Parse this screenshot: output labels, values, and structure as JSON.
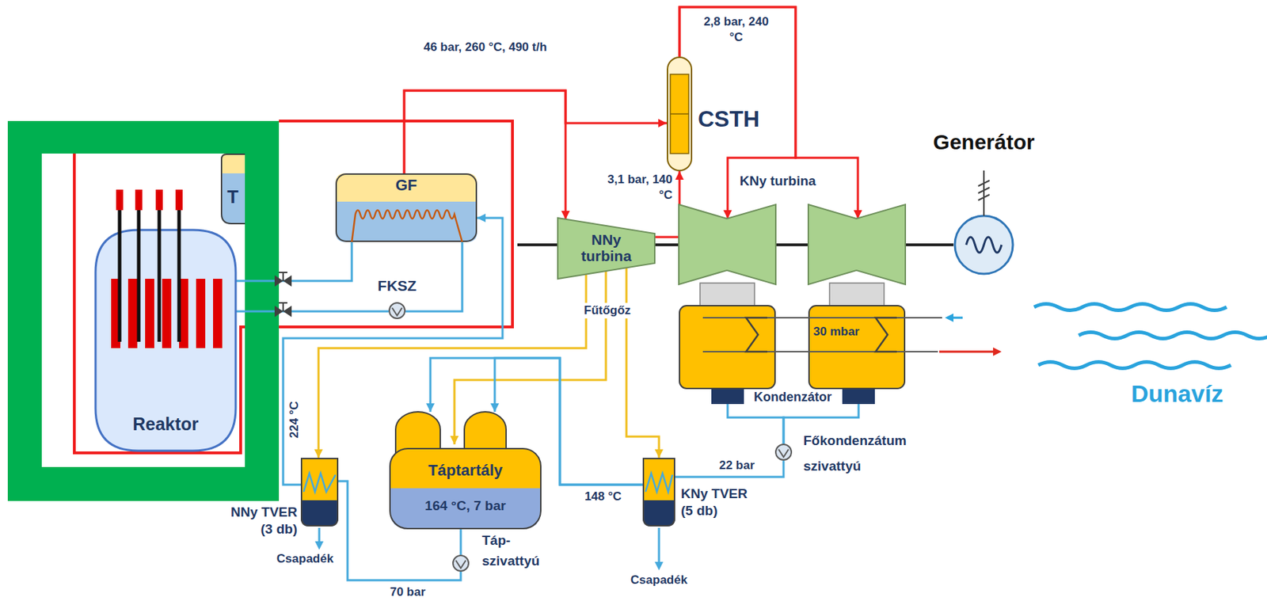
{
  "diagram": {
    "nodes": [
      {
        "text": [
          "Reaktor"
        ]
      },
      {
        "text": [
          "T"
        ]
      },
      {
        "text": [
          "GF"
        ]
      },
      {
        "text": [
          "FKSZ"
        ]
      },
      {
        "text": [
          "CSTH"
        ]
      },
      {
        "text": [
          "NNy turbina"
        ]
      },
      {
        "text": [
          "KNy turbina"
        ]
      },
      {
        "text": [
          "Generátor"
        ]
      },
      {
        "text": [
          "30 mbar",
          "Kondenzátor"
        ]
      },
      {
        "text": [
          "Főkondenzátum szivattyú"
        ]
      },
      {
        "text": [
          "NNy TVER (3 db)"
        ]
      },
      {
        "text": [
          "Táptartály",
          "164 °C, 7 bar"
        ]
      },
      {
        "text": [
          "KNy TVER (5 db)"
        ]
      },
      {
        "text": [
          "Táp- szivattyú"
        ]
      }
    ],
    "edges": [
      {
        "from": 0,
        "to": 2,
        "arrow": "none"
      },
      {
        "from": 2,
        "to": 3,
        "arrow": "none"
      },
      {
        "from": 3,
        "to": 0,
        "arrow": "none"
      },
      {
        "from": 2,
        "to": 5,
        "label": "46 bar, 260 °C, 490 t/h",
        "arrow": "to"
      },
      {
        "from": 2,
        "to": 4,
        "arrow": "to"
      },
      {
        "from": 5,
        "to": 4,
        "label": "3,1 bar, 140 °C",
        "arrow": "to"
      },
      {
        "from": 4,
        "to": 6,
        "label": "2,8 bar, 240 °C",
        "arrow": "to"
      },
      {
        "from": 5,
        "to": 10,
        "arrow": "to"
      },
      {
        "from": 5,
        "to": 11,
        "arrow": "to"
      },
      {
        "from": 5,
        "to": 12,
        "arrow": "to"
      },
      {
        "from": 8,
        "to": 9,
        "arrow": "none"
      },
      {
        "from": 9,
        "to": 12,
        "label": "22 bar",
        "arrow": "none"
      },
      {
        "from": 12,
        "to": 11,
        "label": "148 °C",
        "arrow": "to"
      },
      {
        "from": 11,
        "to": 13,
        "arrow": "none"
      },
      {
        "from": 13,
        "to": 10,
        "label": "70 bar",
        "arrow": "none"
      },
      {
        "from": 10,
        "to": 2,
        "label": "224 °C",
        "arrow": "to"
      },
      {
        "from": 5,
        "to": 6,
        "arrow": "none"
      },
      {
        "from": 6,
        "to": 7,
        "arrow": "none"
      }
    ],
    "labels": [
      "Fűtőgőz",
      "Dunavíz",
      "Csapadék",
      "Csapadék"
    ]
  }
}
